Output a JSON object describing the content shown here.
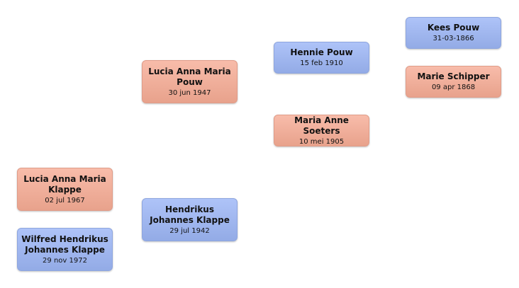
{
  "people": {
    "kees_pouw": {
      "name": "Kees Pouw",
      "date": "31-03-1866",
      "gender": "male"
    },
    "marie_schipper": {
      "name": "Marie Schipper",
      "date": "09 apr 1868",
      "gender": "female"
    },
    "hennie_pouw": {
      "name": "Hennie Pouw",
      "date": "15 feb 1910",
      "gender": "male"
    },
    "maria_anne_soeters": {
      "name": "Maria Anne Soeters",
      "date": "10 mei 1905",
      "gender": "female"
    },
    "lucia_anna_maria_pouw": {
      "name": "Lucia Anna Maria Pouw",
      "date": "30 jun 1947",
      "gender": "female"
    },
    "hendrikus_johannes_klappe": {
      "name": "Hendrikus Johannes Klappe",
      "date": "29 jul 1942",
      "gender": "male"
    },
    "lucia_anna_maria_klappe": {
      "name": "Lucia Anna Maria Klappe",
      "date": "02 jul 1967",
      "gender": "female"
    },
    "wilfred_hendrikus_johannes_klappe": {
      "name": "Wilfred Hendrikus Johannes Klappe",
      "date": "29 nov 1972",
      "gender": "male"
    }
  },
  "colors": {
    "male": "#a3b9f2",
    "female": "#f2b09c"
  }
}
